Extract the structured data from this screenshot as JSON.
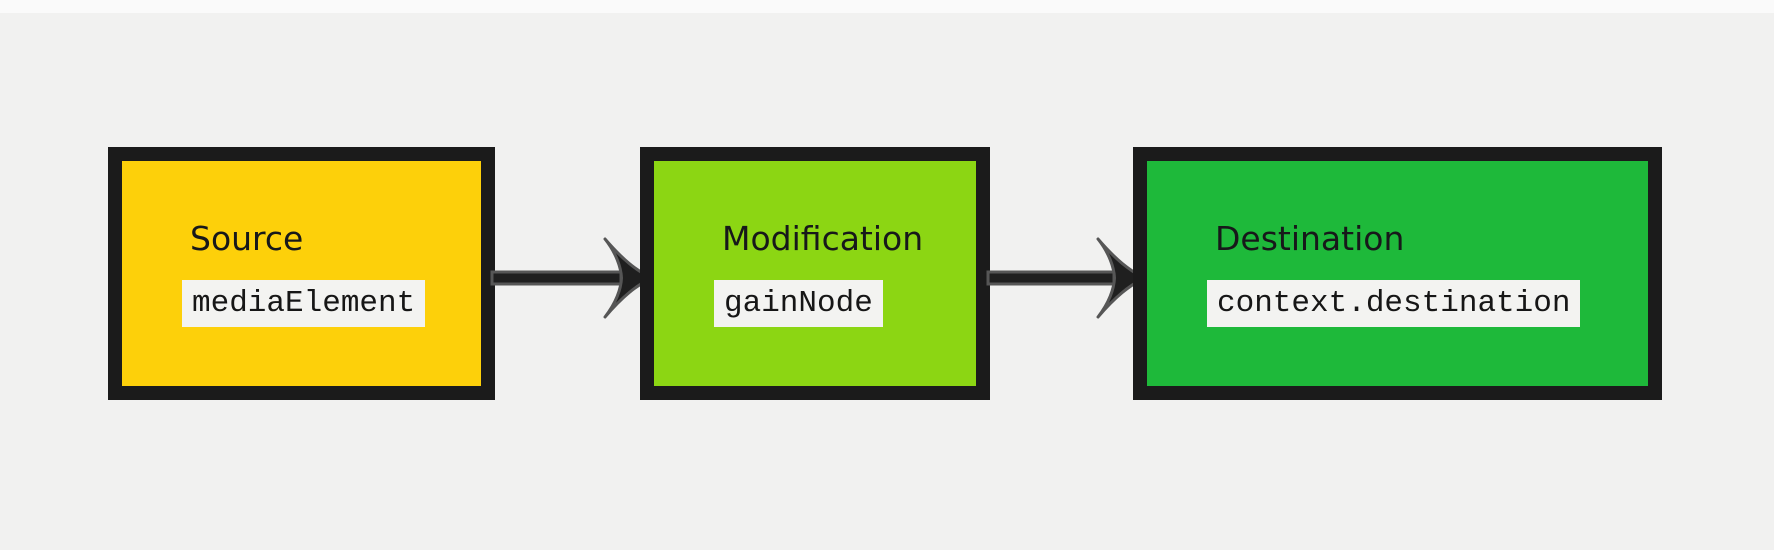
{
  "page": {
    "background": "#f1f1f0",
    "top_strip_color": "#fafafa"
  },
  "diagram": {
    "description": "Web Audio API node graph pipeline",
    "border_color": "#1b1b1b",
    "code_badge_background": "#f3f3f1",
    "nodes": [
      {
        "label": "Source",
        "code": "mediaElement",
        "fill": "#fdd00a"
      },
      {
        "label": "Modification",
        "code": "gainNode",
        "fill": "#8cd613"
      },
      {
        "label": "Destination",
        "code": "context.destination",
        "fill": "#1eb93a"
      }
    ],
    "connectors": [
      {
        "from": "Source",
        "to": "Modification",
        "icon": "arrow-right-icon"
      },
      {
        "from": "Modification",
        "to": "Destination",
        "icon": "arrow-right-icon"
      }
    ],
    "connector_fill": "#1f1f1f",
    "connector_outline": "#565656"
  }
}
